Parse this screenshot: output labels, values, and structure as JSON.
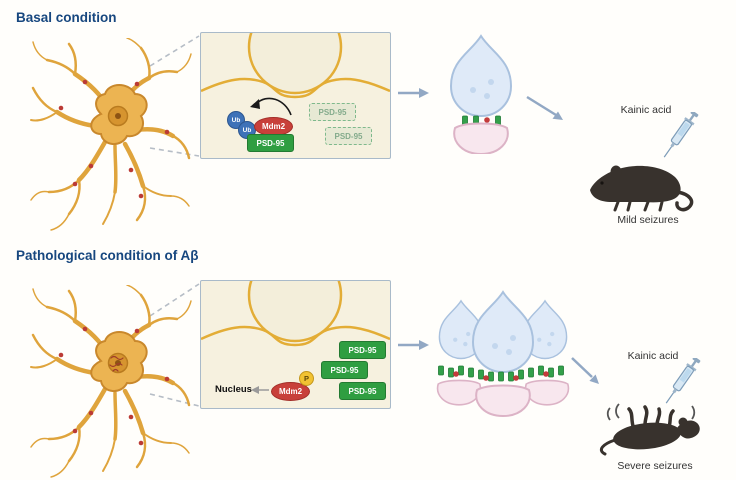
{
  "panels": {
    "basal": {
      "title": "Basal condition",
      "inset": {
        "ub1": "Ub",
        "ub2": "Ub",
        "mdm2": "Mdm2",
        "psd95": "PSD-95",
        "psd95_degraded_1": "PSD-95",
        "psd95_degraded_2": "PSD-95"
      },
      "treatment_label": "Kainic acid",
      "outcome_label": "Mild seizures"
    },
    "pathological": {
      "title": "Pathological condition of Aβ",
      "inset": {
        "nucleus_label": "Nucleus",
        "mdm2": "Mdm2",
        "phospho": "P",
        "psd95_1": "PSD-95",
        "psd95_2": "PSD-95",
        "psd95_3": "PSD-95"
      },
      "treatment_label": "Kainic acid",
      "outcome_label": "Severe seizures"
    }
  },
  "colors": {
    "title_text": "#17477f",
    "mdm2_fill": "#c8403a",
    "psd95_fill": "#2f9e41",
    "ub_fill": "#3e72b8",
    "phospho_fill": "#f1c232",
    "neuron_fill": "#ecb452",
    "membrane_stroke": "#e3ad36",
    "presynaptic_fill": "#dfeaf8",
    "postsynaptic_fill": "#f8e7ee",
    "arrow": "#92a8c4",
    "mouse_fill": "#38322d"
  }
}
